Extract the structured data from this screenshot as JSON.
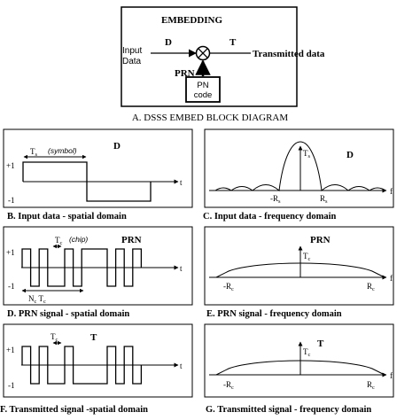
{
  "block_diagram": {
    "title": "EMBEDDING",
    "input_label_line1": "Input",
    "input_label_line2": "Data",
    "d_label": "D",
    "t_label": "T",
    "output_label": "Transmitted data",
    "prn_label": "PRN",
    "pn_line1": "PN",
    "pn_line2": "code",
    "caption": "A. DSSS EMBED BLOCK DIAGRAM"
  },
  "panel_b": {
    "caption": "B. Input data - spatial domain",
    "title": "D",
    "plus_one": "+1",
    "minus_one": "-1",
    "t_axis": "t",
    "ts_label": "T",
    "ts_sub": "s",
    "symbol_note": "(symbol)"
  },
  "panel_c": {
    "caption": "C. Input data - frequency domain",
    "title": "D",
    "ts_label": "T",
    "ts_sub": "s",
    "neg_rs": "-R",
    "pos_rs": "R",
    "rs_sub": "s",
    "f_axis": "f"
  },
  "panel_d": {
    "caption": "D. PRN signal - spatial domain",
    "title": "PRN",
    "plus_one": "+1",
    "minus_one": "-1",
    "t_axis": "t",
    "tc_label": "T",
    "tc_sub": "c",
    "chip_note": "(chip)",
    "nc_label": "N",
    "nc_sub": "c",
    "tc2_label": "T",
    "tc2_sub": "c"
  },
  "panel_e": {
    "caption": "E. PRN signal - frequency domain",
    "title": "PRN",
    "tc_label": "T",
    "tc_sub": "c",
    "neg_rc": "-R",
    "pos_rc": "R",
    "rc_sub": "c",
    "f_axis": "f"
  },
  "panel_f": {
    "caption": "F. Transmitted signal -spatial domain",
    "title": "T",
    "plus_one": "+1",
    "minus_one": "-1",
    "t_axis": "t",
    "tc_label": "T",
    "tc_sub": "c"
  },
  "panel_g": {
    "caption": "G. Transmitted signal - frequency domain",
    "title": "T",
    "tc_label": "T",
    "tc_sub": "c",
    "neg_rc": "-R",
    "pos_rc": "R",
    "rc_sub": "c",
    "f_axis": "f"
  },
  "signals": {
    "input_data_levels": [
      1,
      -1
    ],
    "prn_chips": [
      1,
      -1,
      1,
      -1,
      -1,
      1,
      -1,
      1,
      1,
      1,
      -1,
      1,
      -1,
      1
    ],
    "transmitted_chips": [
      1,
      -1,
      1,
      -1,
      -1,
      1,
      -1,
      -1,
      -1,
      -1,
      1,
      -1,
      1,
      -1
    ]
  }
}
